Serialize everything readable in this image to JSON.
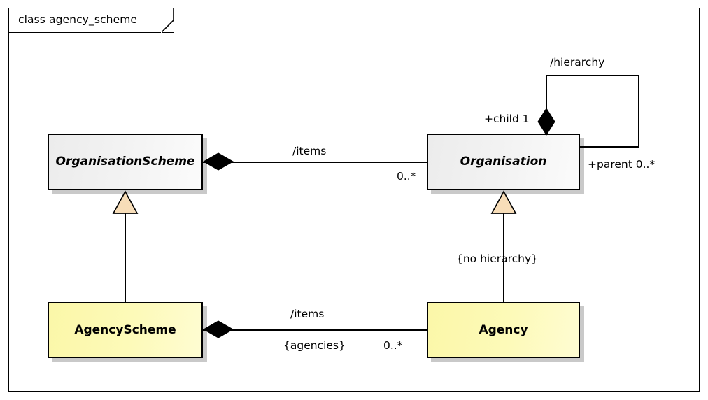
{
  "frame": {
    "title": "class agency_scheme",
    "kind": "class-diagram-frame"
  },
  "colors": {
    "abstract_class_fill": "#eeeeee",
    "concrete_class_fill": "#fbf7a8",
    "border": "#000000",
    "generalization_arrow_fill": "#f7ddb8",
    "background": "#ffffff"
  },
  "classes": [
    {
      "id": "organisation_scheme",
      "name": "OrganisationScheme",
      "abstract": true,
      "fill": "grey"
    },
    {
      "id": "organisation",
      "name": "Organisation",
      "abstract": true,
      "fill": "grey"
    },
    {
      "id": "agency_scheme",
      "name": "AgencyScheme",
      "abstract": false,
      "fill": "yellow"
    },
    {
      "id": "agency",
      "name": "Agency",
      "abstract": false,
      "fill": "yellow"
    }
  ],
  "relationships": [
    {
      "id": "org_scheme_items",
      "type": "composition",
      "source": "organisation_scheme",
      "target": "organisation",
      "role_label": "/items",
      "target_multiplicity": "0..*"
    },
    {
      "id": "org_hierarchy",
      "type": "composition-self",
      "source": "organisation",
      "target": "organisation",
      "role_label": "/hierarchy",
      "child_end": "+child 1",
      "parent_end": "+parent 0..*"
    },
    {
      "id": "agency_scheme_items",
      "type": "composition",
      "source": "agency_scheme",
      "target": "agency",
      "role_label": "/items",
      "redefinition": "{agencies}",
      "target_multiplicity": "0..*"
    },
    {
      "id": "gen_agency_scheme",
      "type": "generalization",
      "source": "agency_scheme",
      "target": "organisation_scheme"
    },
    {
      "id": "gen_agency",
      "type": "generalization",
      "source": "agency",
      "target": "organisation",
      "constraint": "{no hierarchy}"
    }
  ],
  "edge_labels": {
    "items_top": "/items",
    "items_bottom": "/items",
    "agencies": "{agencies}",
    "multiplicity_top": "0..*",
    "multiplicity_bottom": "0..*",
    "hierarchy": "/hierarchy",
    "child": "+child 1",
    "parent": "+parent 0..*",
    "no_hierarchy": "{no hierarchy}"
  }
}
